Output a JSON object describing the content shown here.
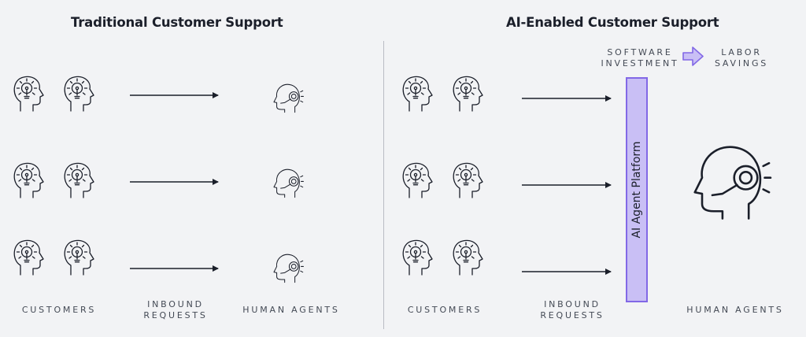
{
  "left": {
    "title": "Traditional Customer Support",
    "label_customers": "CUSTOMERS",
    "label_requests_line1": "INBOUND",
    "label_requests_line2": "REQUESTS",
    "label_agents": "HUMAN AGENTS"
  },
  "right": {
    "title": "AI-Enabled Customer Support",
    "label_customers": "CUSTOMERS",
    "label_requests_line1": "INBOUND",
    "label_requests_line2": "REQUESTS",
    "label_agents": "HUMAN AGENTS",
    "platform_label": "AI Agent Platform",
    "investment_line1": "SOFTWARE",
    "investment_line2": "INVESTMENT",
    "savings_line1": "LABOR",
    "savings_line2": "SAVINGS"
  },
  "icons": {
    "customer": "customer-idea-icon",
    "agent": "headset-agent-icon",
    "accent_arrow": "right-arrow-icon"
  },
  "colors": {
    "background": "#f2f3f5",
    "ink": "#1b1f2a",
    "platform_fill": "#c9bff5",
    "platform_stroke": "#8268e6"
  }
}
